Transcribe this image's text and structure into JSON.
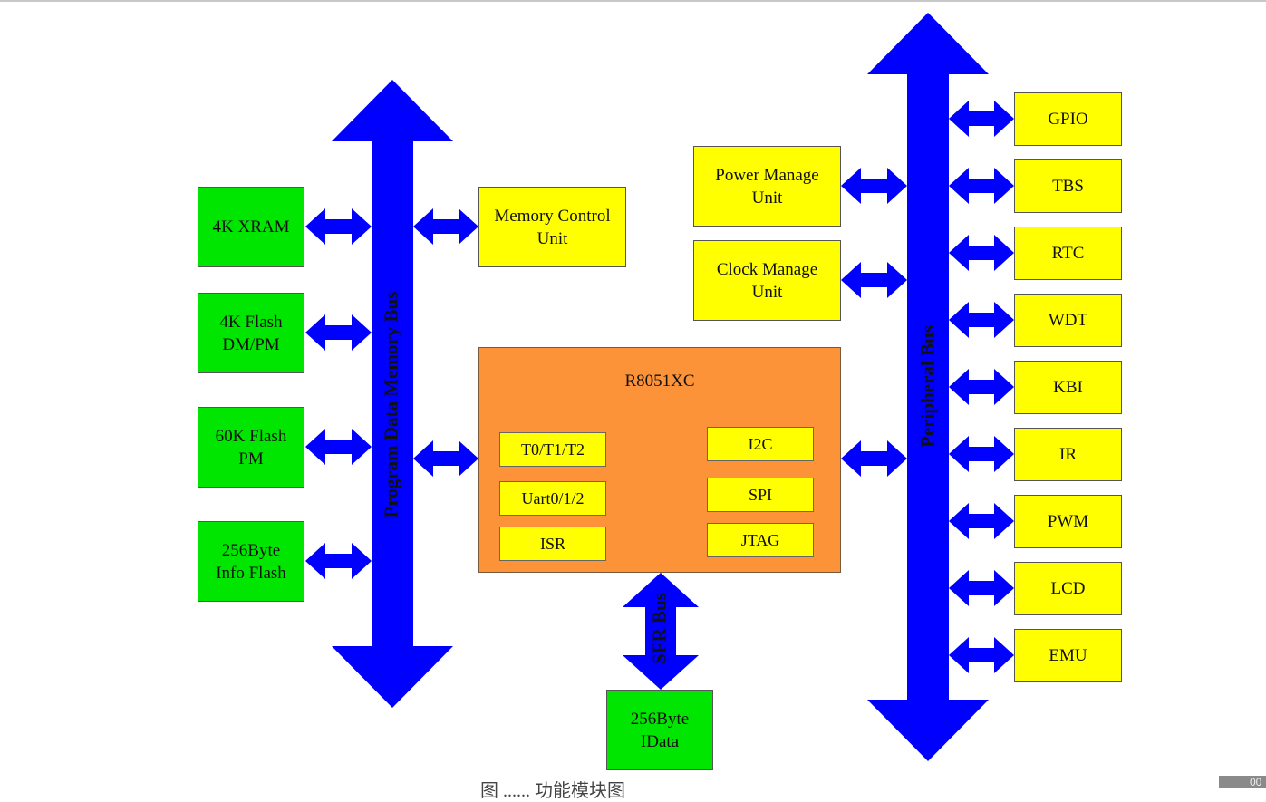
{
  "colors": {
    "bus": "#0000ff",
    "memory_block": "#00e600",
    "peripheral_block": "#ffff00",
    "core_block": "#fd9339"
  },
  "memory_blocks": [
    {
      "label": "4K XRAM"
    },
    {
      "label": "4K Flash\nDM/PM"
    },
    {
      "label": "60K Flash\nPM"
    },
    {
      "label": "256Byte\nInfo Flash"
    }
  ],
  "memory_control": {
    "label": "Memory Control\nUnit"
  },
  "power_manage": {
    "label": "Power Manage\nUnit"
  },
  "clock_manage": {
    "label": "Clock Manage\nUnit"
  },
  "core": {
    "title": "R8051XC",
    "left_units": [
      "T0/T1/T2",
      "Uart0/1/2",
      "ISR"
    ],
    "right_units": [
      "I2C",
      "SPI",
      "JTAG"
    ]
  },
  "idata": {
    "label": "256Byte\nIData"
  },
  "peripherals": [
    "GPIO",
    "TBS",
    "RTC",
    "WDT",
    "KBI",
    "IR",
    "PWM",
    "LCD",
    "EMU"
  ],
  "buses": {
    "program_data": "Program Data Memory Bus",
    "peripheral": "Peripheral Bus",
    "sfr": "SFR Bus"
  },
  "caption": "图 ...... 功能模块图",
  "page_number": "00"
}
